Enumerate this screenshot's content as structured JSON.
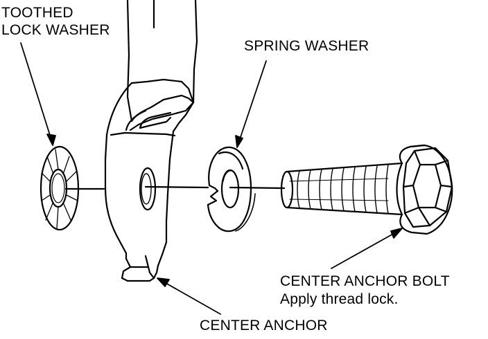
{
  "labels": {
    "toothed_lock_washer_line1": "TOOTHED",
    "toothed_lock_washer_line2": "LOCK WASHER",
    "spring_washer": "SPRING WASHER",
    "center_anchor_bolt": "CENTER ANCHOR BOLT",
    "center_anchor_bolt_note": "Apply thread lock.",
    "center_anchor": "CENTER ANCHOR"
  },
  "colors": {
    "ink": "#000000",
    "background": "#ffffff"
  }
}
